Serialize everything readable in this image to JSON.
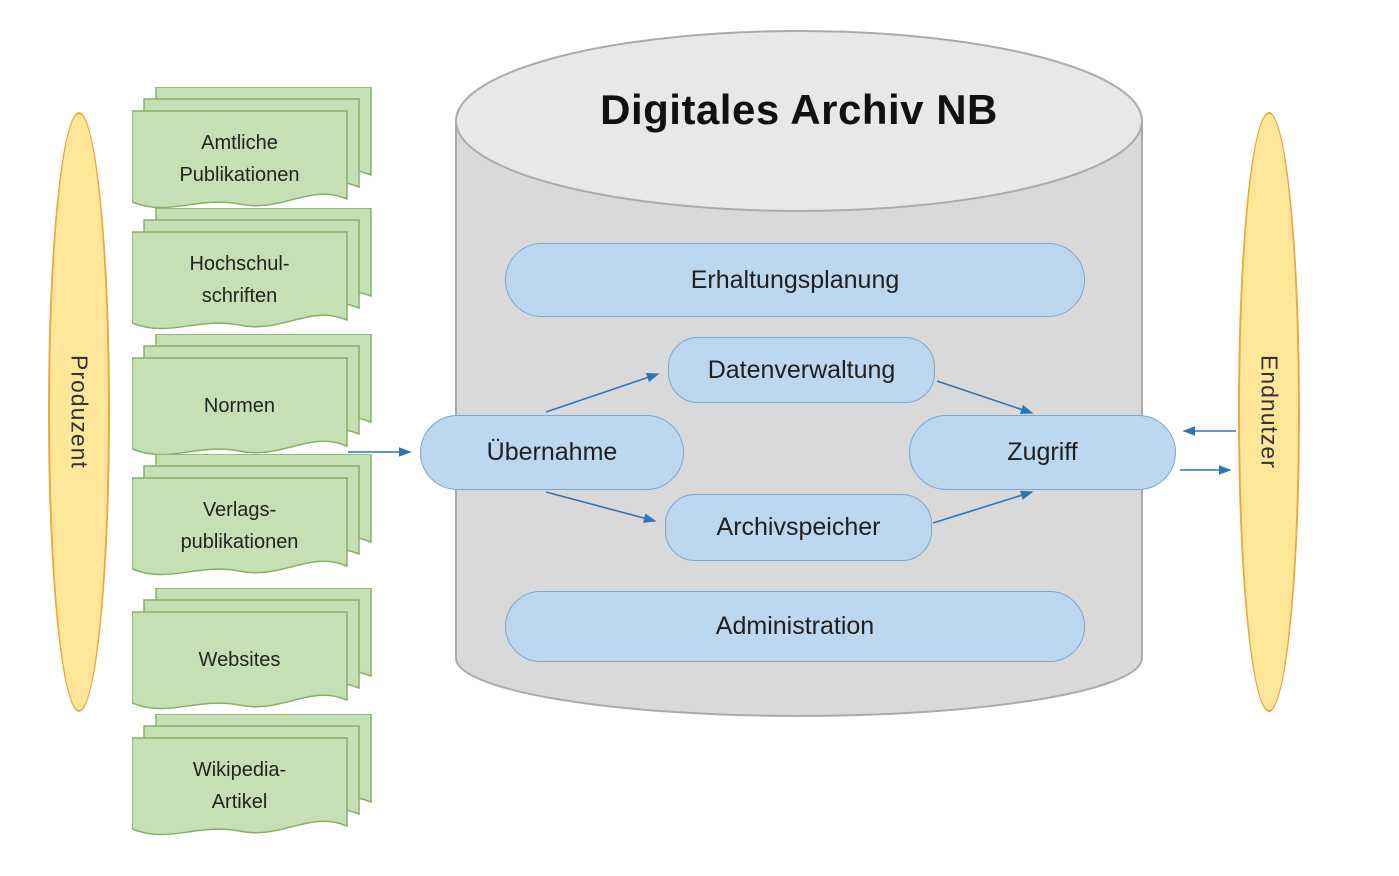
{
  "diagram": {
    "title": "Digitales Archiv NB",
    "producer_label": "Produzent",
    "enduser_label": "Endnutzer",
    "sources": [
      {
        "label": "Amtliche\nPublikationen"
      },
      {
        "label": "Hochschul-\nschriften"
      },
      {
        "label": "Normen"
      },
      {
        "label": "Verlags-\npublikationen"
      },
      {
        "label": "Websites"
      },
      {
        "label": "Wikipedia-\nArtikel"
      }
    ],
    "processes": {
      "erhaltungsplanung": "Erhaltungsplanung",
      "datenverwaltung": "Datenverwaltung",
      "uebernahme": "Übernahme",
      "zugriff": "Zugriff",
      "archivspeicher": "Archivspeicher",
      "administration": "Administration"
    },
    "colors": {
      "process_fill": "#bdd7ee",
      "process_border": "#7ba7d7",
      "source_fill": "#c5e0b4",
      "source_border": "#85b065",
      "actor_fill": "#ffe699",
      "actor_border": "#eda73f",
      "cylinder_fill": "#d9d9d9",
      "cylinder_top_fill": "#e8e8e8",
      "cylinder_border": "#ababab",
      "arrow": "#2e75b6",
      "title_text": "#111111"
    }
  }
}
